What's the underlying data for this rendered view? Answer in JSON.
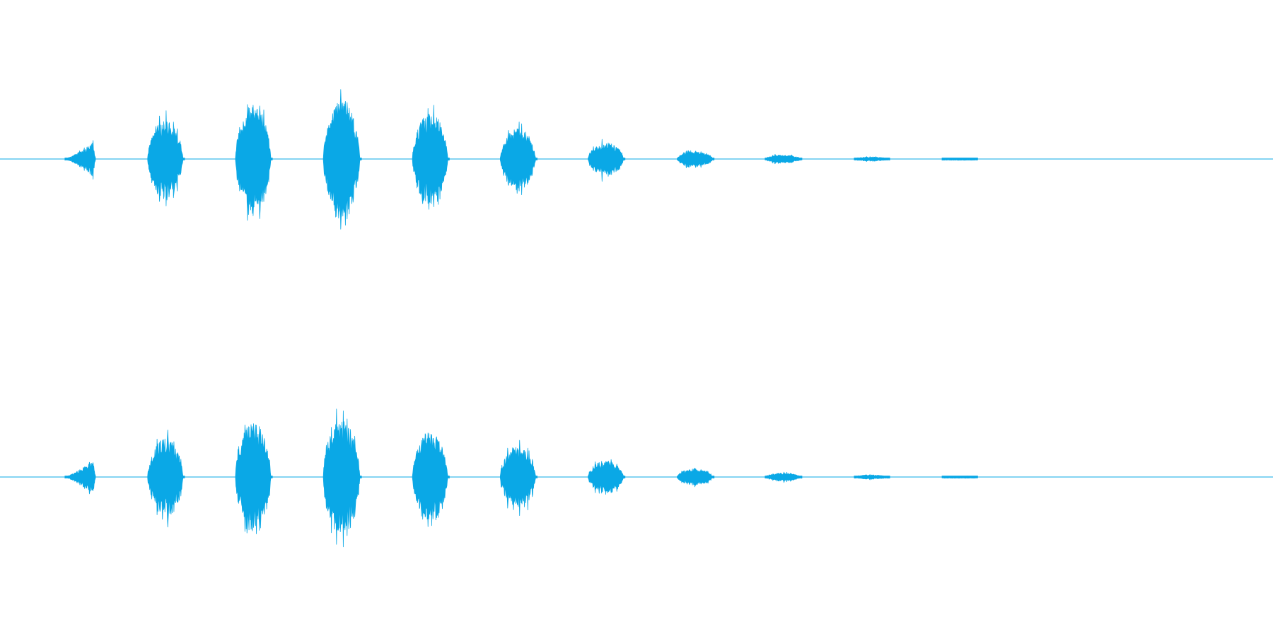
{
  "colors": {
    "background": "#ffffff",
    "waveform": "#0aa8e6"
  },
  "chart_data": {
    "type": "area",
    "title": "",
    "xlabel": "",
    "ylabel": "",
    "grid": false,
    "legend": "none",
    "ylim": [
      -1,
      1
    ],
    "xlim": [
      0,
      1.0
    ],
    "bursts": [
      {
        "start": 0.051,
        "end": 0.075,
        "peak": 0.3
      },
      {
        "start": 0.116,
        "end": 0.145,
        "peak": 0.66
      },
      {
        "start": 0.185,
        "end": 0.214,
        "peak": 0.94
      },
      {
        "start": 0.254,
        "end": 0.284,
        "peak": 1.0
      },
      {
        "start": 0.324,
        "end": 0.353,
        "peak": 0.78
      },
      {
        "start": 0.393,
        "end": 0.422,
        "peak": 0.52
      },
      {
        "start": 0.462,
        "end": 0.491,
        "peak": 0.28
      },
      {
        "start": 0.532,
        "end": 0.561,
        "peak": 0.14
      },
      {
        "start": 0.601,
        "end": 0.63,
        "peak": 0.07
      },
      {
        "start": 0.671,
        "end": 0.699,
        "peak": 0.035
      },
      {
        "start": 0.74,
        "end": 0.768,
        "peak": 0.018
      }
    ],
    "series": [
      {
        "channel": 1
      },
      {
        "channel": 2
      }
    ]
  }
}
